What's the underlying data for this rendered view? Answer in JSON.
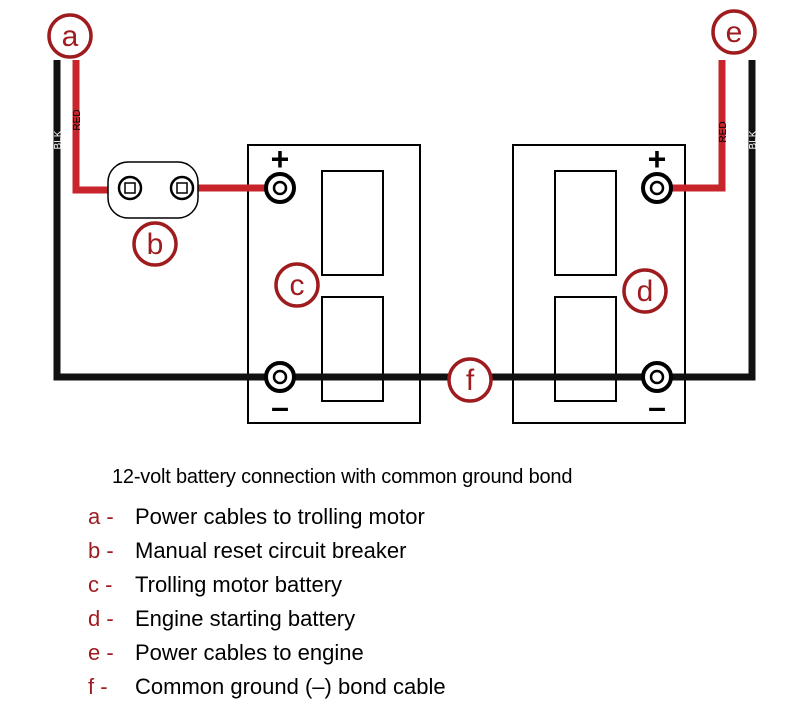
{
  "diagram": {
    "callouts": {
      "a": "a",
      "b": "b",
      "c": "c",
      "d": "d",
      "e": "e",
      "f": "f"
    },
    "wire_labels": {
      "left_black": "BLK",
      "left_red": "RED",
      "right_red": "RED",
      "right_black": "BLK"
    },
    "terminal_signs": {
      "positive": "+",
      "negative": "–"
    },
    "colors": {
      "callout": "#9e1b1e",
      "red_cable": "#c8242b",
      "black_cable": "#111111"
    }
  },
  "caption": "12-volt battery connection with common ground bond",
  "legend": [
    {
      "letter": "a -",
      "text": "Power cables to trolling motor"
    },
    {
      "letter": "b -",
      "text": "Manual reset circuit breaker"
    },
    {
      "letter": "c -",
      "text": "Trolling motor battery"
    },
    {
      "letter": "d -",
      "text": "Engine starting battery"
    },
    {
      "letter": "e -",
      "text": "Power cables to engine"
    },
    {
      "letter": "f -",
      "text": "Common ground (–) bond cable"
    }
  ]
}
